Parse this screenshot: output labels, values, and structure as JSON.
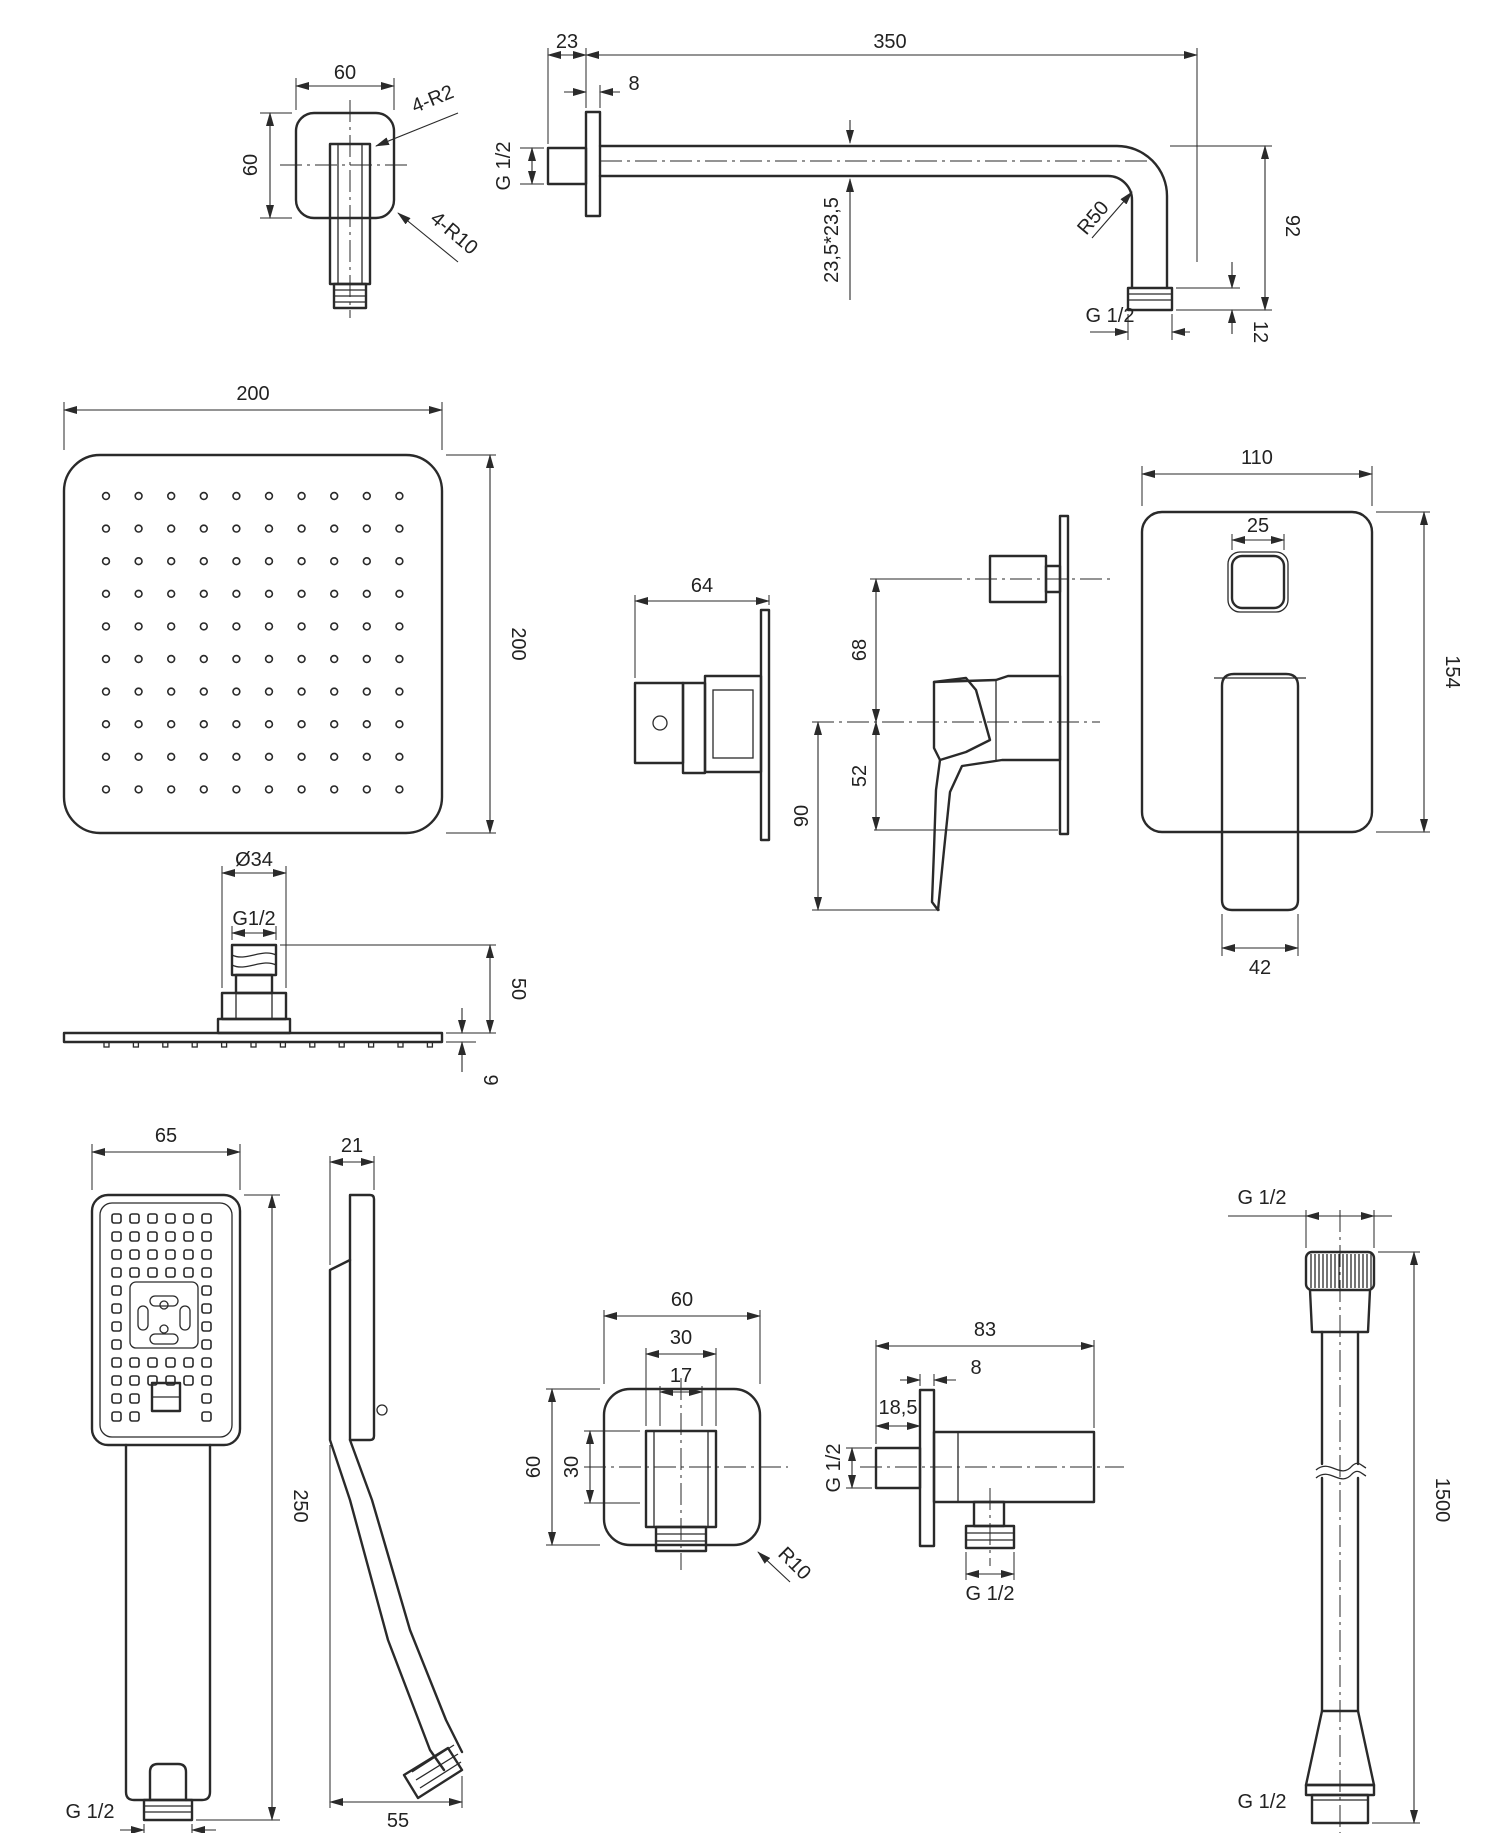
{
  "colors": {
    "line": "#2a2a2a",
    "background": "#ffffff"
  },
  "wall_flange": {
    "width": "60",
    "height": "60",
    "corner_small": "4-R2",
    "corner_large": "4-R10"
  },
  "shower_arm": {
    "flange_offset": "23",
    "length": "350",
    "flange_thickness": "8",
    "inlet_thread": "G 1/2",
    "outlet_thread": "G 1/2",
    "offset_pair": "23,5*23,5",
    "bend_radius": "R50",
    "drop": "92",
    "outlet_length": "12"
  },
  "rain_head": {
    "width": "200",
    "depth": "200",
    "connector_diameter": "Ø34",
    "thread": "G1/2",
    "height": "50",
    "plate_thickness": "9"
  },
  "mixer": {
    "side_depth": "64",
    "upper_offset": "68",
    "lower_offset": "52",
    "lever_drop": "90",
    "plate_width": "110",
    "plate_height": "154",
    "button_width": "25",
    "lever_width": "42"
  },
  "hand_shower": {
    "head_width": "65",
    "length": "250",
    "profile_thickness": "21",
    "profile_depth": "55",
    "thread": "G 1/2"
  },
  "hose_outlet": {
    "plate_width": "60",
    "inner_width": "30",
    "slot_width": "17",
    "plate_height": "60",
    "inner_height": "30",
    "corner_radius": "R10",
    "depth": "83",
    "plate_thickness": "8",
    "inlet_length": "18,5",
    "inlet_thread": "G 1/2",
    "outlet_thread": "G 1/2"
  },
  "hose": {
    "thread_top": "G 1/2",
    "length": "1500",
    "thread_bottom": "G 1/2"
  }
}
